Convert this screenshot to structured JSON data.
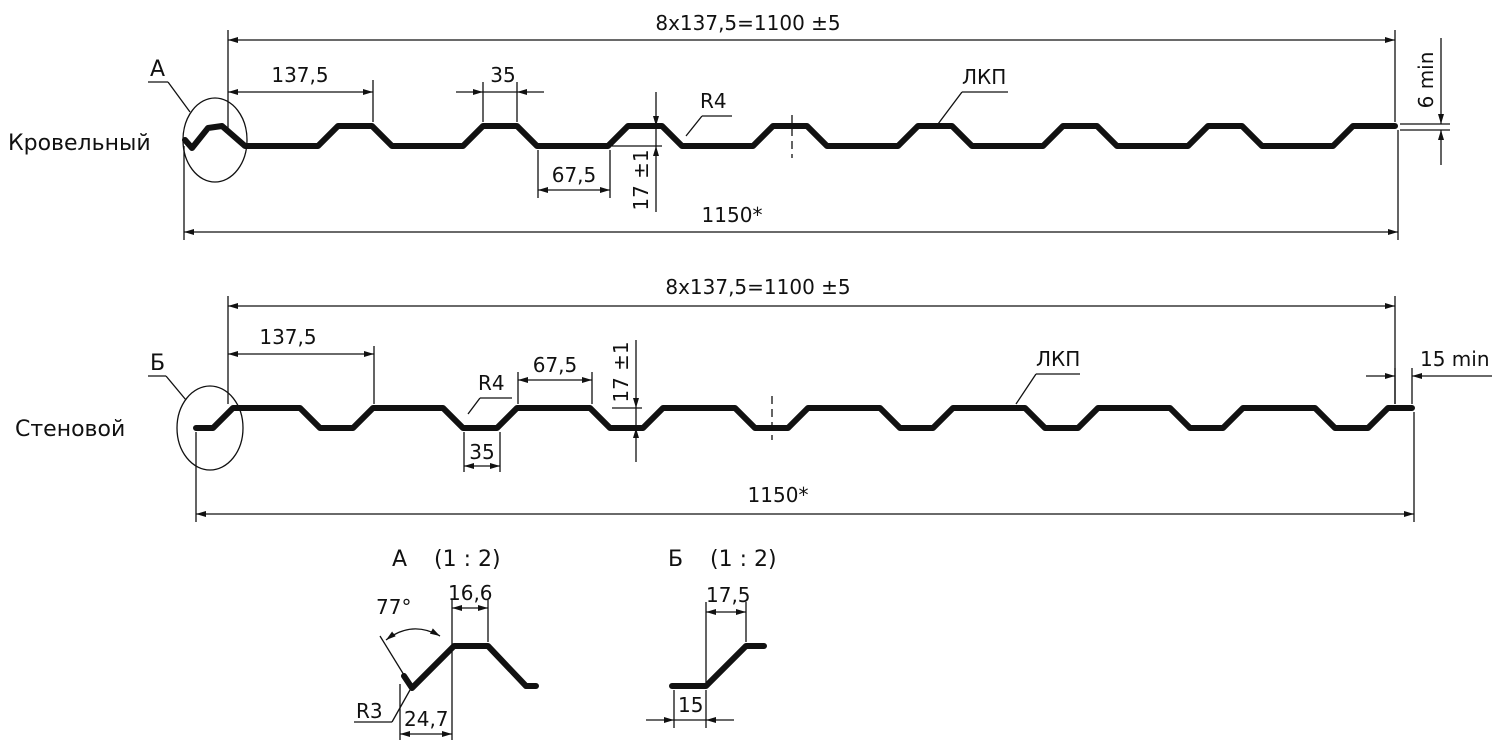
{
  "roof": {
    "name": "Кровельный",
    "total_pitch": "8x137,5=1100 ±5",
    "pitch": "137,5",
    "top_width": "35",
    "bottom_width": "67,5",
    "height": "17 ±1",
    "radius": "R4",
    "coating": "ЛКП",
    "overlap": "6 min",
    "full_width": "1150*",
    "detail_ref": "А"
  },
  "wall": {
    "name": "Стеновой",
    "total_pitch": "8x137,5=1100 ±5",
    "pitch": "137,5",
    "top_width": "67,5",
    "bottom_width": "35",
    "height": "17 ±1",
    "radius": "R4",
    "coating": "ЛКП",
    "overlap": "15 min",
    "full_width": "1150*",
    "detail_ref": "Б"
  },
  "detail_a": {
    "title": "А",
    "scale": "(1 : 2)",
    "angle": "77°",
    "top": "16,6",
    "radius": "R3",
    "base": "24,7"
  },
  "detail_b": {
    "title": "Б",
    "scale": "(1 : 2)",
    "width": "17,5",
    "flat": "15"
  }
}
